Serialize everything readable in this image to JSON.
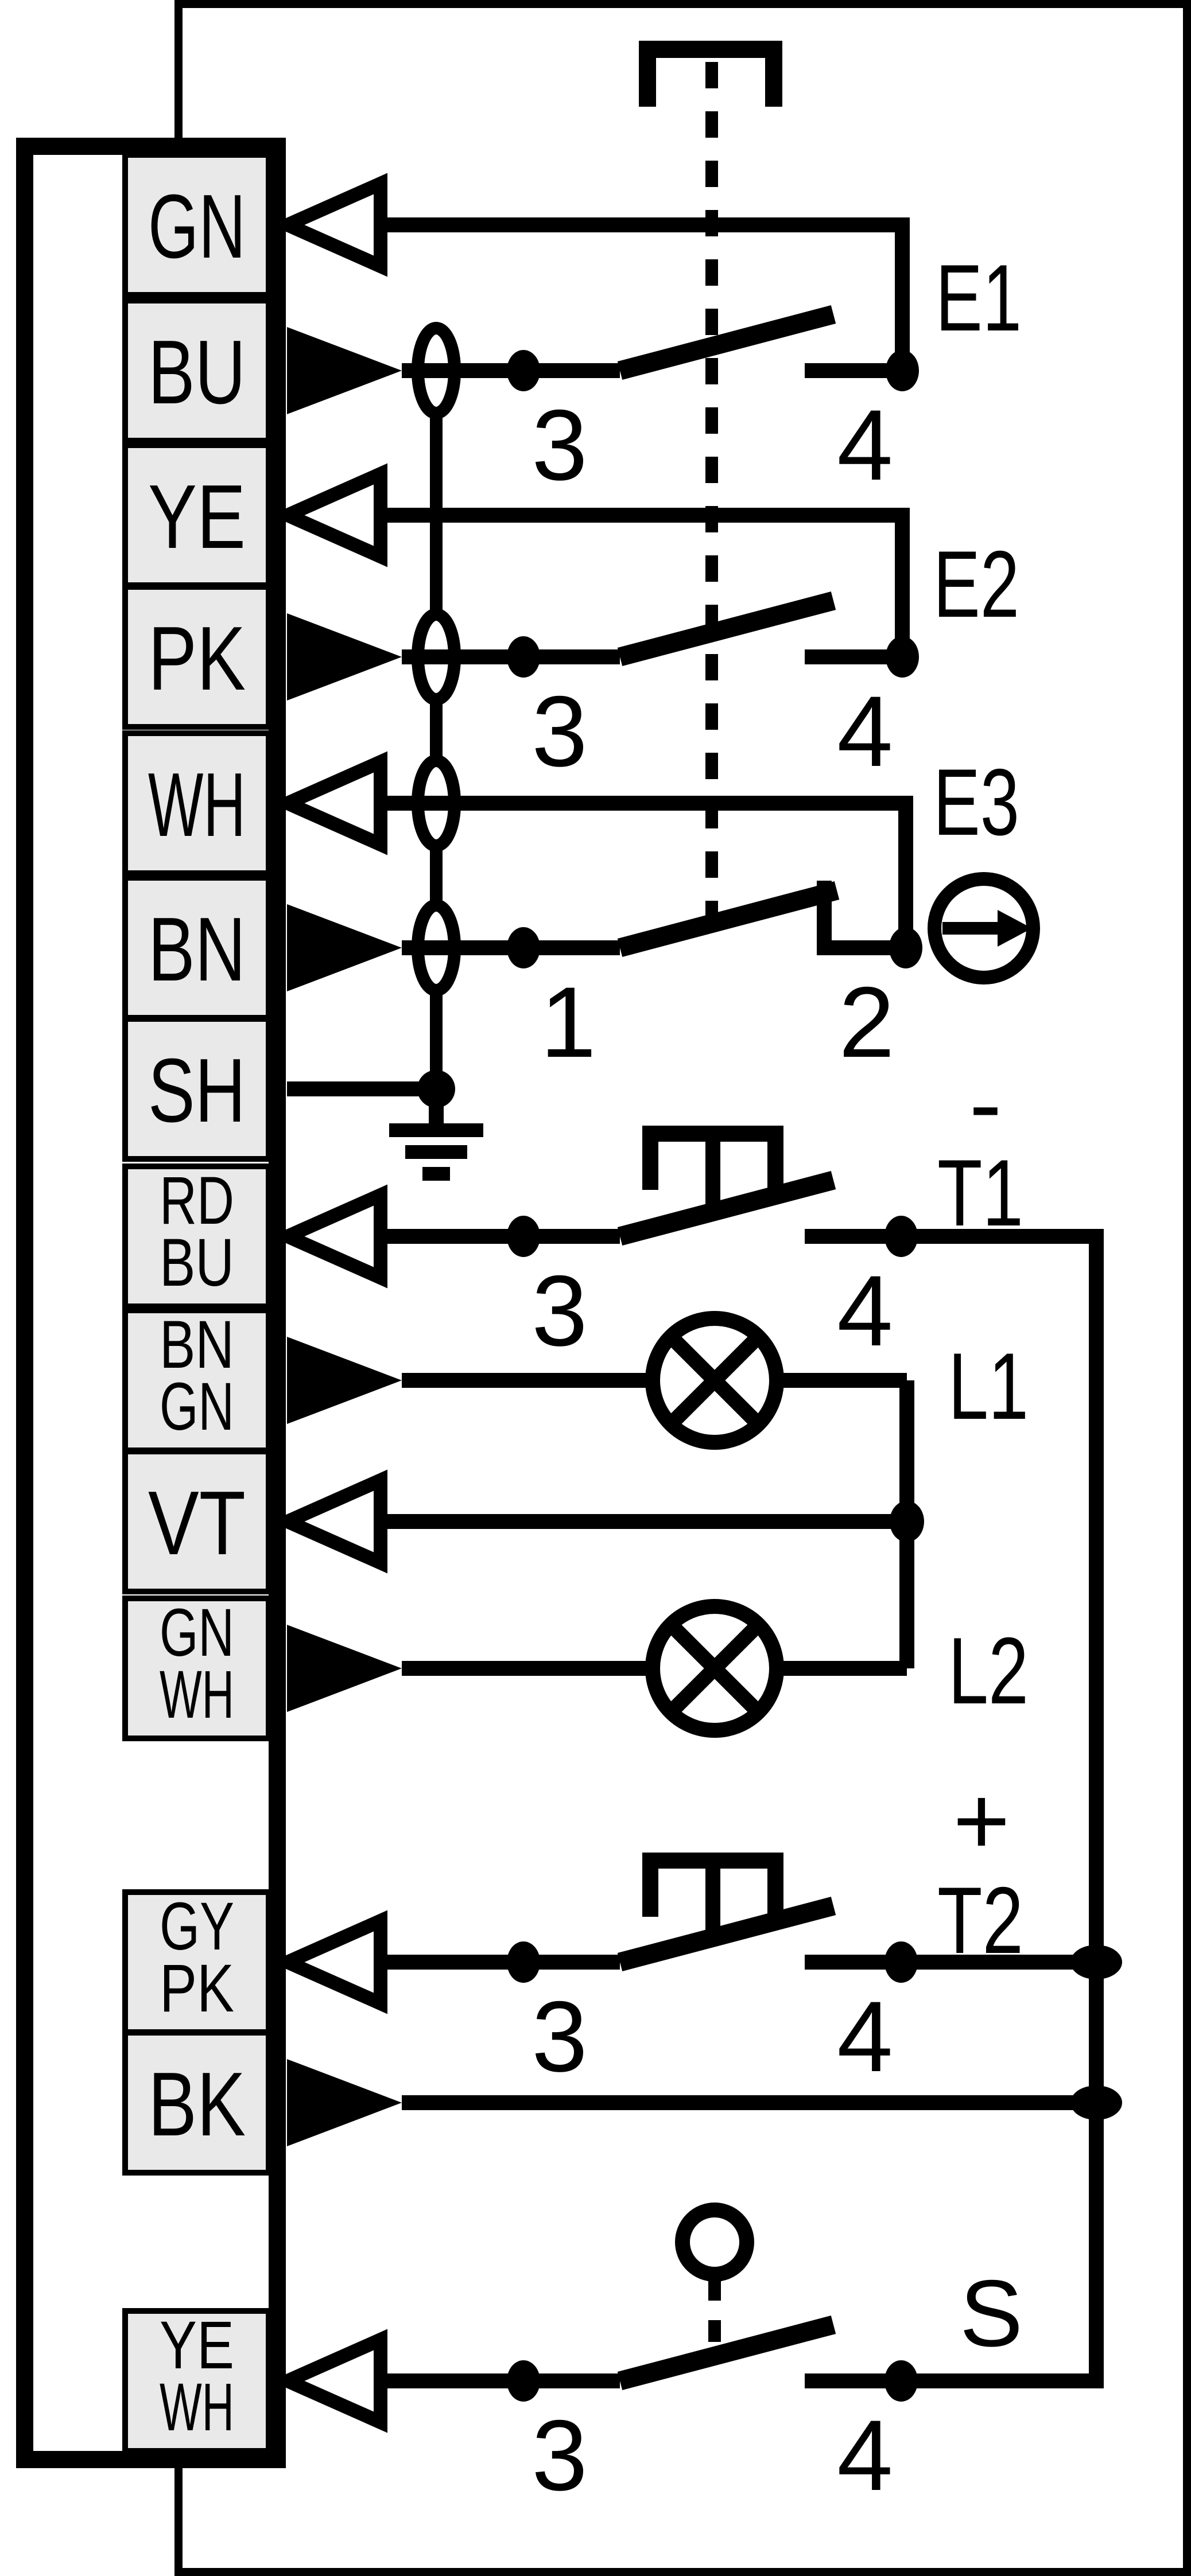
{
  "figure": {
    "type": "wiring-diagram",
    "colors": {
      "line": "#000000",
      "terminal_fill": "#e9e9e9",
      "background": "#ffffff"
    },
    "terminals": [
      {
        "id": "GN",
        "lines": [
          "GN"
        ]
      },
      {
        "id": "BU",
        "lines": [
          "BU"
        ]
      },
      {
        "id": "YE",
        "lines": [
          "YE"
        ]
      },
      {
        "id": "PK",
        "lines": [
          "PK"
        ]
      },
      {
        "id": "WH",
        "lines": [
          "WH"
        ]
      },
      {
        "id": "BN",
        "lines": [
          "BN"
        ]
      },
      {
        "id": "SH",
        "lines": [
          "SH"
        ]
      },
      {
        "id": "RDBU",
        "lines": [
          "RD",
          "BU"
        ]
      },
      {
        "id": "BNGN",
        "lines": [
          "BN",
          "GN"
        ]
      },
      {
        "id": "VT",
        "lines": [
          "VT"
        ]
      },
      {
        "id": "GNWH",
        "lines": [
          "GN",
          "WH"
        ]
      },
      {
        "id": "GYPK",
        "lines": [
          "GY",
          "PK"
        ]
      },
      {
        "id": "BK",
        "lines": [
          "BK"
        ]
      },
      {
        "id": "YEWH",
        "lines": [
          "YE",
          "WH"
        ]
      }
    ],
    "devices": {
      "e1": {
        "label": "E1",
        "pins": [
          "3",
          "4"
        ]
      },
      "e2": {
        "label": "E2",
        "pins": [
          "3",
          "4"
        ]
      },
      "e3": {
        "label": "E3",
        "pins": [
          "1",
          "2"
        ]
      },
      "t1": {
        "label": "T1",
        "sign": "-",
        "pins": [
          "3",
          "4"
        ]
      },
      "l1": {
        "label": "L1"
      },
      "l2": {
        "label": "L2"
      },
      "t2": {
        "label": "T2",
        "sign": "+",
        "pins": [
          "3",
          "4"
        ]
      },
      "s": {
        "label": "S",
        "pins": [
          "3",
          "4"
        ]
      }
    }
  }
}
